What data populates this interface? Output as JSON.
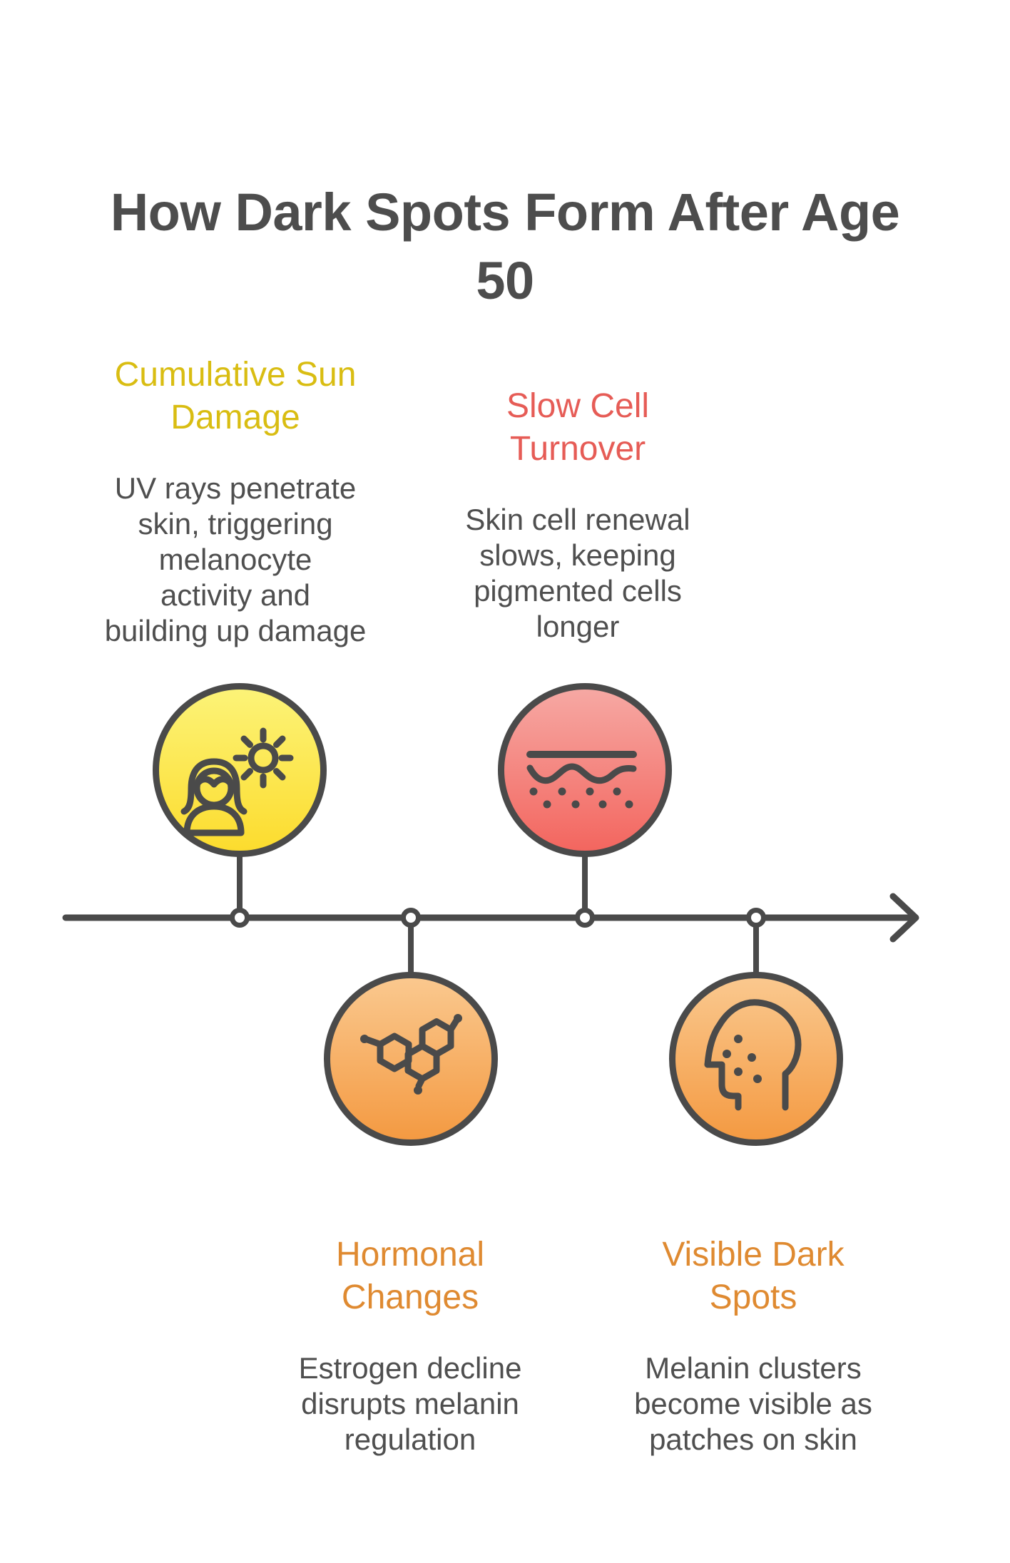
{
  "title": "How Dark Spots Form After Age\n50",
  "accent_colors": {
    "yellow": "#d9bd12",
    "red": "#e65c56",
    "orange": "#df8a31",
    "outline_gray": "#4a4a4a",
    "body_text": "#4f4f4f",
    "title_text": "#4d4d4d"
  },
  "timeline": {
    "points": 4,
    "arrow_direction": "right"
  },
  "stages": [
    {
      "heading": "Cumulative Sun\nDamage",
      "body": "UV rays penetrate\nskin, triggering\nmelanocyte\nactivity and\nbuilding up damage",
      "accent": "#d9bd12",
      "icon": "woman-sun-icon",
      "circle_gradient": [
        "#fcf377",
        "#fcdc2e"
      ],
      "position": "above-timeline"
    },
    {
      "heading": "Slow Cell\nTurnover",
      "body": "Skin cell renewal\nslows, keeping\npigmented cells\nlonger",
      "accent": "#e65c56",
      "icon": "skin-layers-icon",
      "circle_gradient": [
        "#f6a8a3",
        "#f3665f"
      ],
      "position": "above-timeline"
    },
    {
      "heading": "Hormonal\nChanges",
      "body": "Estrogen decline\ndisrupts melanin\nregulation",
      "accent": "#df8a31",
      "icon": "molecule-icon",
      "circle_gradient": [
        "#fac88e",
        "#f49a42"
      ],
      "position": "below-timeline"
    },
    {
      "heading": "Visible Dark\nSpots",
      "body": "Melanin clusters\nbecome visible as\npatches on skin",
      "accent": "#df8a31",
      "icon": "face-spots-icon",
      "circle_gradient": [
        "#fac88e",
        "#f49a42"
      ],
      "position": "below-timeline"
    }
  ]
}
